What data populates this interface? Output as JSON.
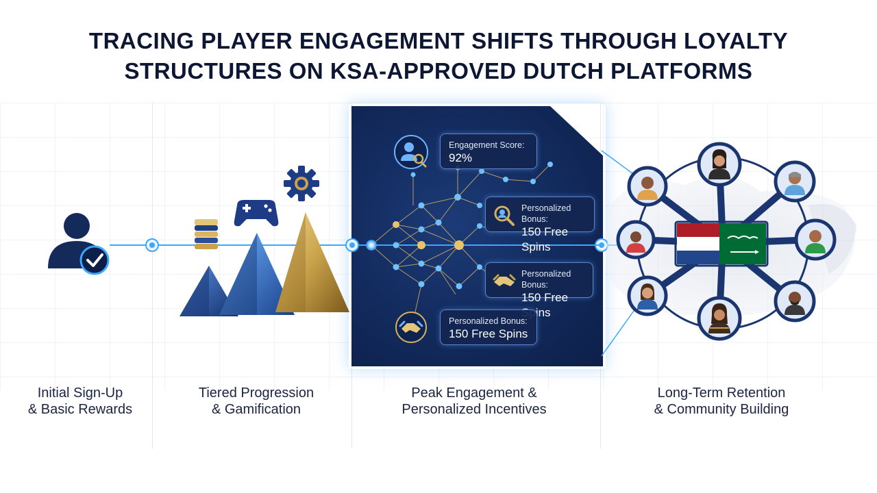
{
  "title": {
    "line1": "TRACING PLAYER ENGAGEMENT SHIFTS THROUGH LOYALTY",
    "line2": "STRUCTURES ON KSA-APPROVED DUTCH PLATFORMS"
  },
  "stages": [
    {
      "line1": "Initial Sign-Up",
      "line2": "& Basic Rewards"
    },
    {
      "line1": "Tiered Progression",
      "line2": "& Gamification"
    },
    {
      "line1": "Peak Engagement &",
      "line2": "Personalized Incentives"
    },
    {
      "line1": "Long-Term Retention",
      "line2": "& Community Building"
    }
  ],
  "cards": {
    "engagement": {
      "label": "Engagement Score:",
      "value": "92%"
    },
    "bonus1": {
      "label": "Personalized Bonus:",
      "value": "150 Free Spins"
    },
    "bonus2": {
      "label": "Personalized Bonus:",
      "value": "150 Free Spins"
    },
    "bonus3": {
      "label": "Personalized Bonus:",
      "value": "150 Free Spins"
    }
  },
  "icons": {
    "user_check": "user-check-icon",
    "coins": "coin-stack-icon",
    "gamepad": "gamepad-icon",
    "gear": "gear-icon",
    "user_search": "user-search-icon",
    "magnifier": "magnifier-icon",
    "handshake": "handshake-icon"
  },
  "colors": {
    "navy": "#0d1f49",
    "accent_blue": "#3aa8ff",
    "gold": "#c9a24a",
    "text": "#101b3a",
    "netherlands_red": "#ae1c28",
    "netherlands_blue": "#21468b",
    "saudi_green": "#006c35"
  }
}
